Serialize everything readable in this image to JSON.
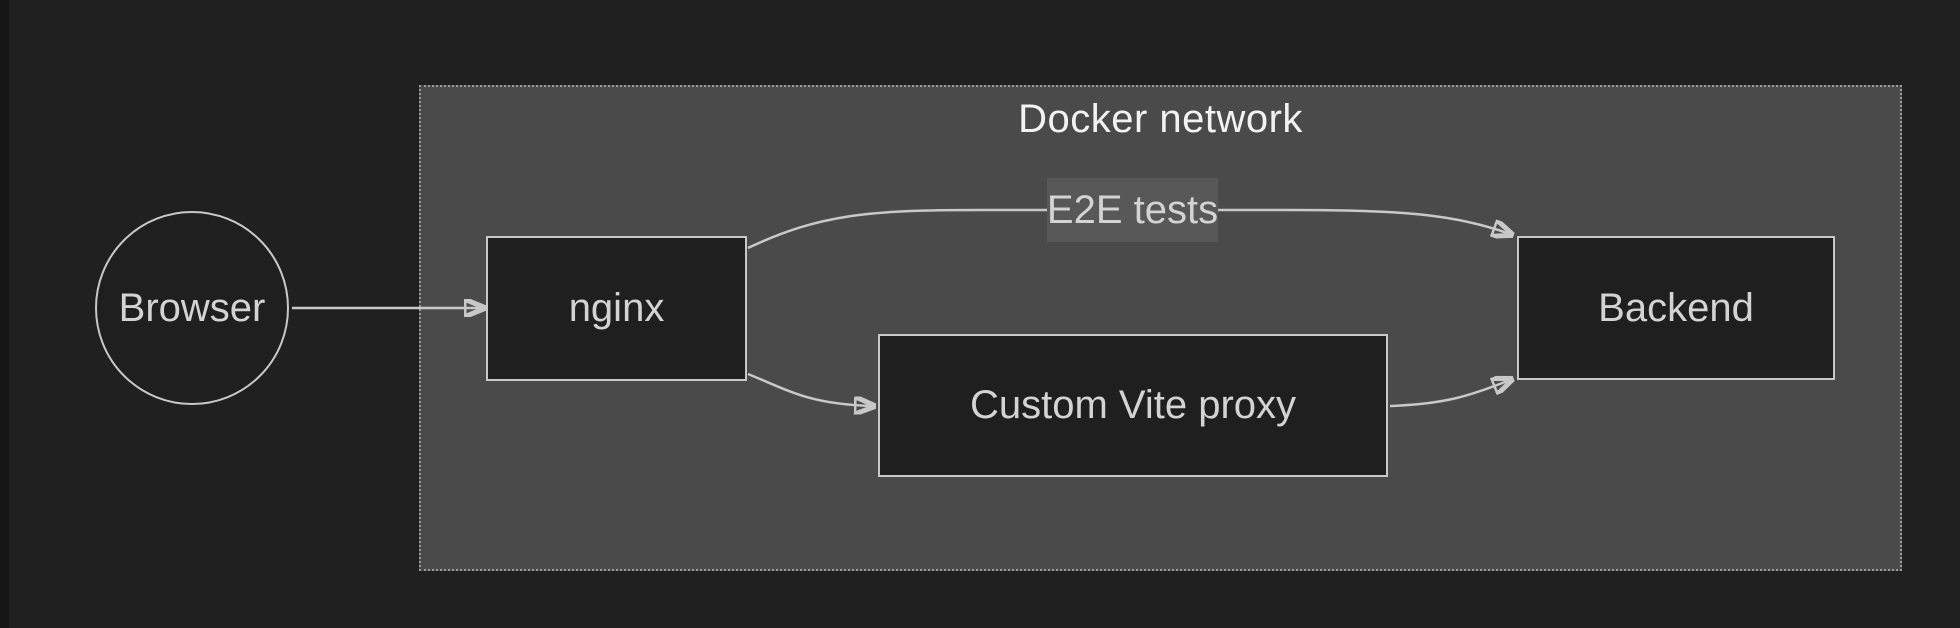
{
  "diagram": {
    "type": "flowchart",
    "title": "Docker network",
    "nodes": [
      {
        "id": "browser",
        "label": "Browser",
        "shape": "circle",
        "inside_docker_network": false
      },
      {
        "id": "nginx",
        "label": "nginx",
        "shape": "rect",
        "inside_docker_network": true
      },
      {
        "id": "vite-proxy",
        "label": "Custom Vite proxy",
        "shape": "rect",
        "inside_docker_network": true
      },
      {
        "id": "backend",
        "label": "Backend",
        "shape": "rect",
        "inside_docker_network": true
      }
    ],
    "edges": [
      {
        "from": "browser",
        "to": "nginx",
        "label": ""
      },
      {
        "from": "nginx",
        "to": "backend",
        "label": "E2E tests"
      },
      {
        "from": "nginx",
        "to": "vite-proxy",
        "label": ""
      },
      {
        "from": "vite-proxy",
        "to": "backend",
        "label": ""
      }
    ],
    "colors": {
      "page_background": "#202020",
      "left_edge_strip": "#161616",
      "cluster_fill": "#4a4a4a",
      "cluster_border": "#9a9a9a",
      "node_fill": "#1f1f1f",
      "node_border": "#c8c8c8",
      "node_text": "#d3d3d3",
      "title_text": "#f2f2f2",
      "edge_stroke": "#c8c8c8",
      "edge_label_background": "#585858",
      "edge_label_text": "#d3d3d3"
    }
  }
}
